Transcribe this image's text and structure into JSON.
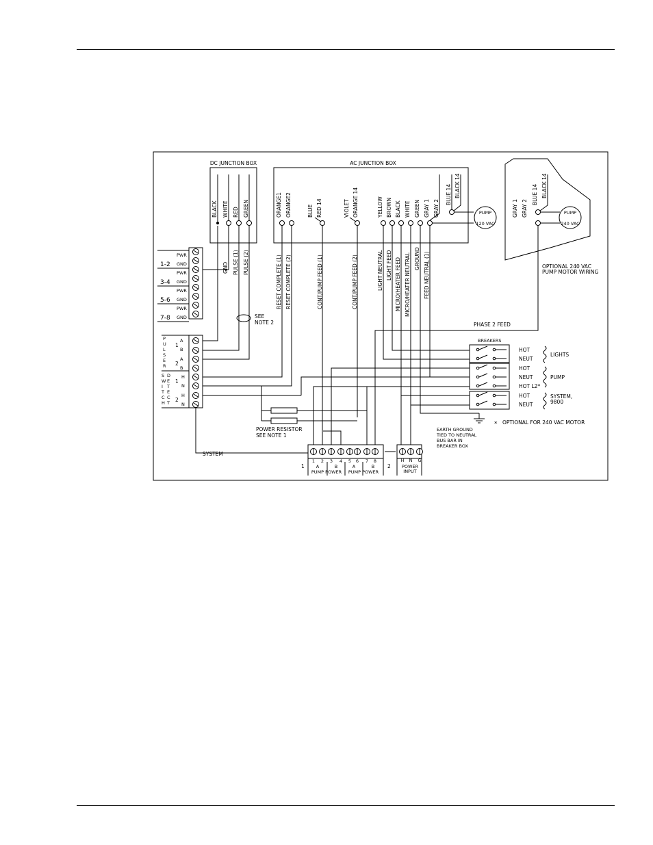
{
  "dc_box": {
    "title": "DC JUNCTION BOX",
    "wires": [
      "BLACK",
      "WHITE",
      "RED",
      "GREEN"
    ]
  },
  "ac_box": {
    "title": "AC JUNCTION BOX",
    "wires": [
      "ORANGE1",
      "ORANGE2",
      "BLUE",
      "RED 14",
      "VIOLET",
      "ORANGE 14",
      "YELLOW",
      "BROWN",
      "BLACK",
      "WHITE",
      "GREEN",
      "GRAY 1",
      "GRAY 2",
      "BLUE 14",
      "BLACK 14"
    ],
    "pump_label": "PUMP",
    "pump_voltage": "120 VAC"
  },
  "optional_box": {
    "wires": [
      "GRAY 1",
      "GRAY 2",
      "BLUE 14",
      "BLACK 14"
    ],
    "pump_label": "PUMP",
    "pump_voltage": "240 VAC",
    "caption": [
      "OPTIONAL 240 VAC",
      "PUMP MOTOR WIRING"
    ]
  },
  "signal_labels": [
    "GND",
    "PULSE (1)",
    "PULSE (2)",
    "RESET COMPLETE (1)",
    "RESET COMPLETE (2)",
    "CONT/PUMP FEED (1)",
    "CONT/PUMP FEED (2)",
    "LIGHT NEUTRAL",
    "LIGHT FEED",
    "MICRO/HEATER FEED",
    "MICRO/HEATER NEUTRAL",
    "GROUND",
    "FEED NEUTRAL (1)"
  ],
  "left_terminals": {
    "groups": [
      "1-2",
      "3-4",
      "5-6",
      "7-8"
    ],
    "pwr": "PWR",
    "gnd": "GND",
    "pulser_letters": [
      "P",
      "U",
      "L",
      "S",
      "E",
      "R"
    ],
    "switch_letters": [
      "S",
      "W",
      "I",
      "T",
      "C",
      "H"
    ],
    "detect_letters": [
      "D",
      "E",
      "T",
      "E",
      "C",
      "T"
    ],
    "a": "A",
    "b": "B",
    "h": "H",
    "n": "N",
    "one": "1",
    "two": "2"
  },
  "note2": [
    "SEE",
    "NOTE 2"
  ],
  "phase2": "PHASE 2 FEED",
  "breakers": {
    "title": "BREAKERS",
    "rows": [
      "HOT",
      "NEUT",
      "HOT",
      "NEUT",
      "HOT L2*",
      "HOT",
      "NEUT"
    ],
    "groups": [
      "LIGHTS",
      "PUMP",
      "SYSTEM,",
      "9800"
    ]
  },
  "optional_note": "OPTIONAL FOR 240 VAC MOTOR",
  "asterisk": "*",
  "power_resistor": [
    "POWER RESISTOR",
    "SEE NOTE 1"
  ],
  "earth_ground": [
    "EARTH GROUND",
    "TIED TO NEUTRAL",
    "BUS BAR IN",
    "BREAKER BOX"
  ],
  "system_label": "SYSTEM",
  "bottom_terminals": {
    "left_num": "1",
    "right_num": "2",
    "numbers": [
      "1",
      "2",
      "3",
      "4",
      "5",
      "6",
      "7",
      "8"
    ],
    "ab": [
      "A",
      "B",
      "A",
      "B"
    ],
    "pump_power": [
      "PUMP POWER",
      "PUMP POWER"
    ],
    "power_letters": [
      "H",
      "N",
      "G"
    ],
    "power_input": [
      "POWER",
      "INPUT"
    ]
  }
}
